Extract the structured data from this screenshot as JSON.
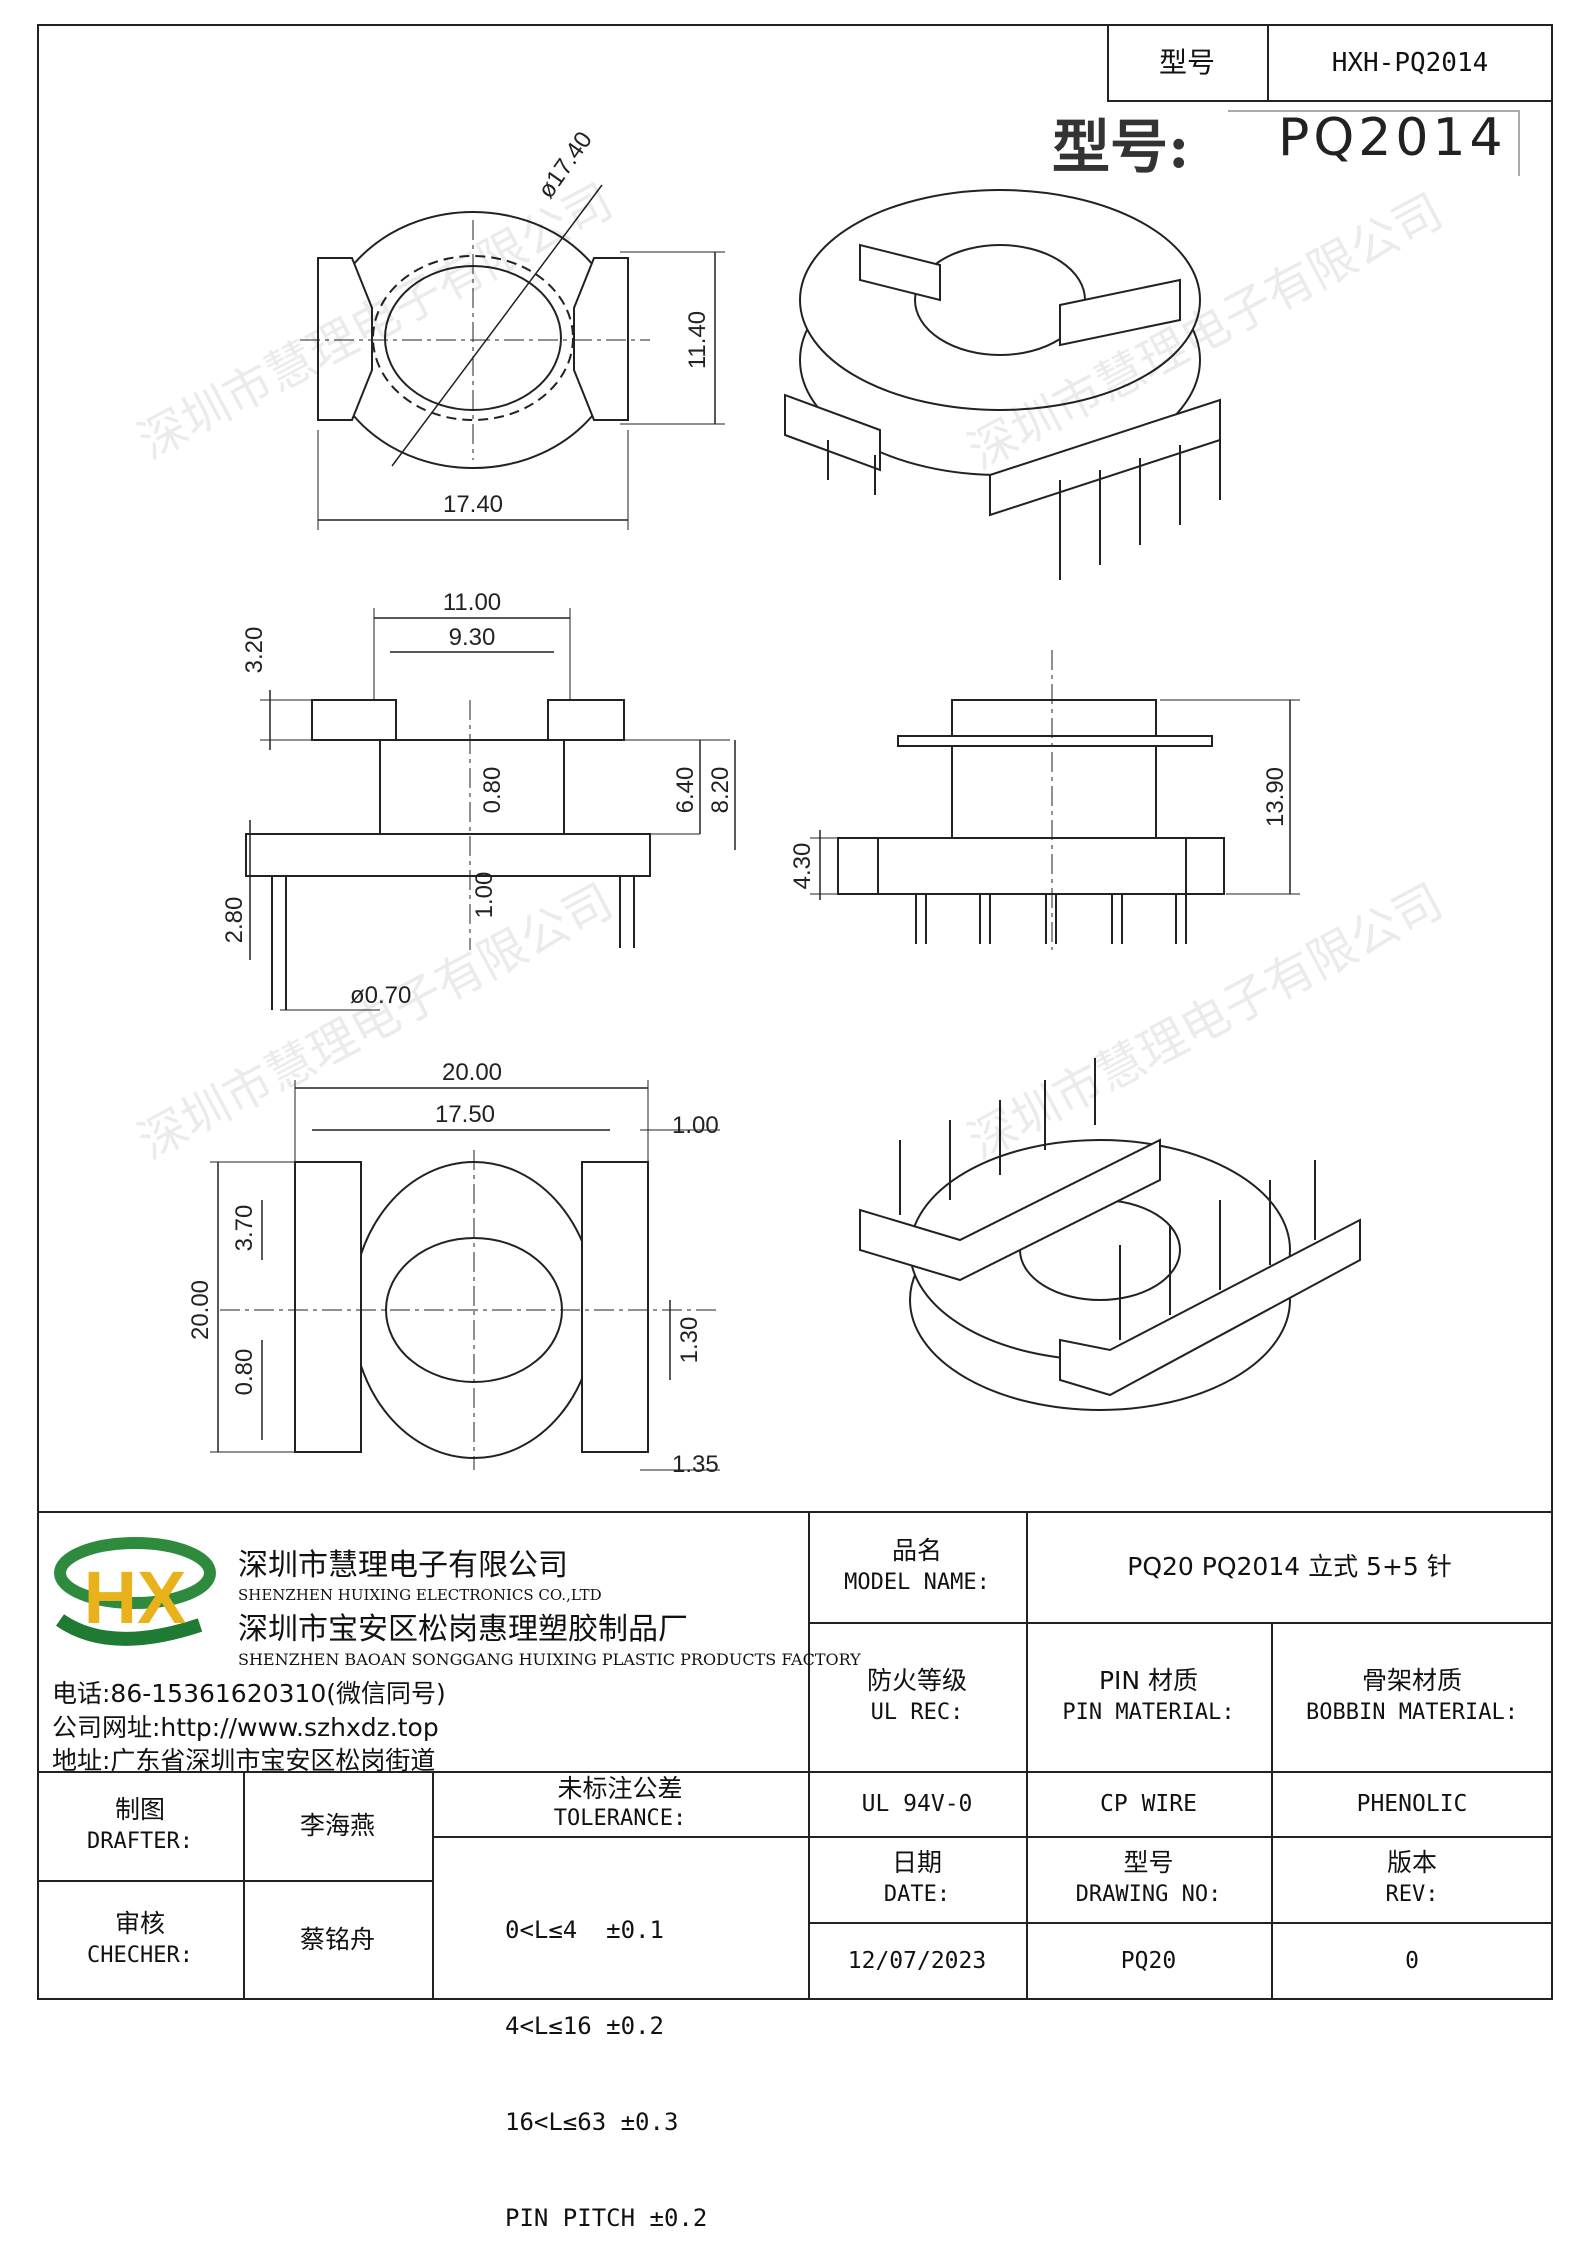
{
  "header": {
    "model_label": "型号",
    "model_value": "HXH-PQ2014",
    "big_label": "型号:",
    "big_value": "PQ2014"
  },
  "watermark": "深圳市慧理电子有限公司",
  "dimensions": {
    "top_view": {
      "dia": "ø17.40",
      "height": "11.40",
      "width": "17.40"
    },
    "front_view": {
      "w1": "11.00",
      "w2": "9.30",
      "d320": "3.20",
      "d080": "0.80",
      "d640": "6.40",
      "d820": "8.20",
      "d100": "1.00",
      "d280": "2.80",
      "pin": "ø0.70"
    },
    "side_view": {
      "d430": "4.30",
      "d1390": "13.90"
    },
    "bottom_view": {
      "w1": "20.00",
      "w2": "17.50",
      "d100": "1.00",
      "d370": "3.70",
      "h": "20.00",
      "d080": "0.80",
      "d130": "1.30",
      "d135": "1.35"
    }
  },
  "company": {
    "logo_text": "HX",
    "name_cn": "深圳市慧理电子有限公司",
    "name_en": "SHENZHEN HUIXING ELECTRONICS CO.,LTD",
    "factory_cn": "深圳市宝安区松岗惠理塑胶制品厂",
    "factory_en": "SHENZHEN BAOAN SONGGANG HUIXING PLASTIC PRODUCTS FACTORY",
    "phone": "电话:86-15361620310(微信同号)",
    "website": "公司网址:http://www.szhxdz.top",
    "address": "地址:广东省深圳市宝安区松岗街道"
  },
  "title_block": {
    "model_name_cn": "品名",
    "model_name_en": "MODEL NAME:",
    "model_name_value": "PQ20 PQ2014 立式 5+5 针",
    "ul_cn": "防火等级",
    "ul_en": "UL REC:",
    "pin_mat_cn": "PIN 材质",
    "pin_mat_en": "PIN MATERIAL:",
    "bobbin_cn": "骨架材质",
    "bobbin_en": "BOBBIN MATERIAL:",
    "ul_value": "UL 94V-0",
    "pin_value": "CP WIRE",
    "bobbin_value": "PHENOLIC",
    "drafter_cn": "制图",
    "drafter_en": "DRAFTER:",
    "drafter_name": "李海燕",
    "checker_cn": "审核",
    "checker_en": "CHECHER:",
    "checker_name": "蔡铭舟",
    "tolerance_cn": "未标注公差",
    "tolerance_en": "TOLERANCE:",
    "tolerances": [
      "0<L≤4  ±0.1",
      "4<L≤16 ±0.2",
      "16<L≤63 ±0.3",
      "PIN PITCH ±0.2"
    ],
    "date_cn": "日期",
    "date_en": "DATE:",
    "drawing_cn": "型号",
    "drawing_en": "DRAWING NO:",
    "rev_cn": "版本",
    "rev_en": "REV:",
    "date_value": "12/07/2023",
    "drawing_value": "PQ20",
    "rev_value": "0"
  }
}
